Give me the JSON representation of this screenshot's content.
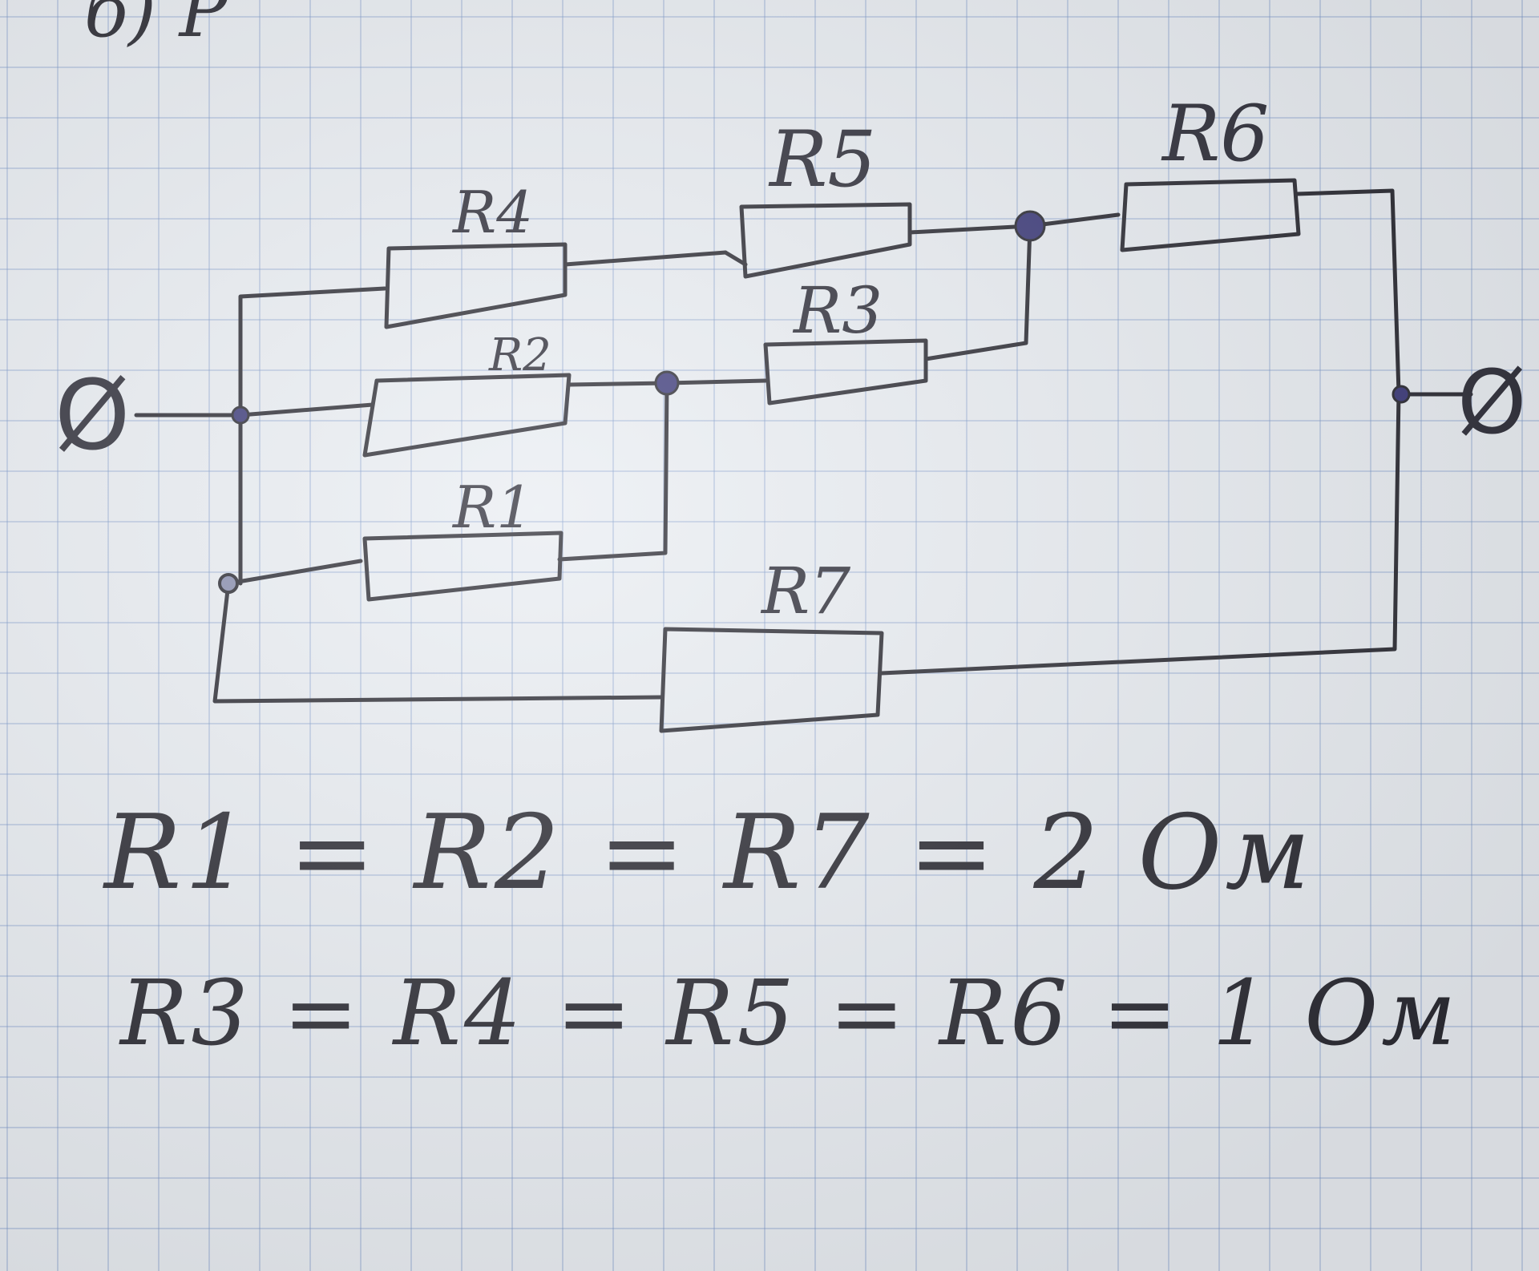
{
  "header": {
    "corner_text": "б) Р"
  },
  "terminals": {
    "left": "Ø",
    "right": "Ø"
  },
  "resistors": [
    {
      "id": "r4-top",
      "label": "R4"
    },
    {
      "id": "r2",
      "label": "R2"
    },
    {
      "id": "r1",
      "label": "R1"
    },
    {
      "id": "r5",
      "label": "R5"
    },
    {
      "id": "r3",
      "label": "R3"
    },
    {
      "id": "r6",
      "label": "R6"
    },
    {
      "id": "r7",
      "label": "R7"
    }
  ],
  "equations": {
    "line1": "R1 = R2 = R7 = 2 Ом",
    "line2": "R3 = R4 = R5 = R6 = 1 Ом"
  }
}
